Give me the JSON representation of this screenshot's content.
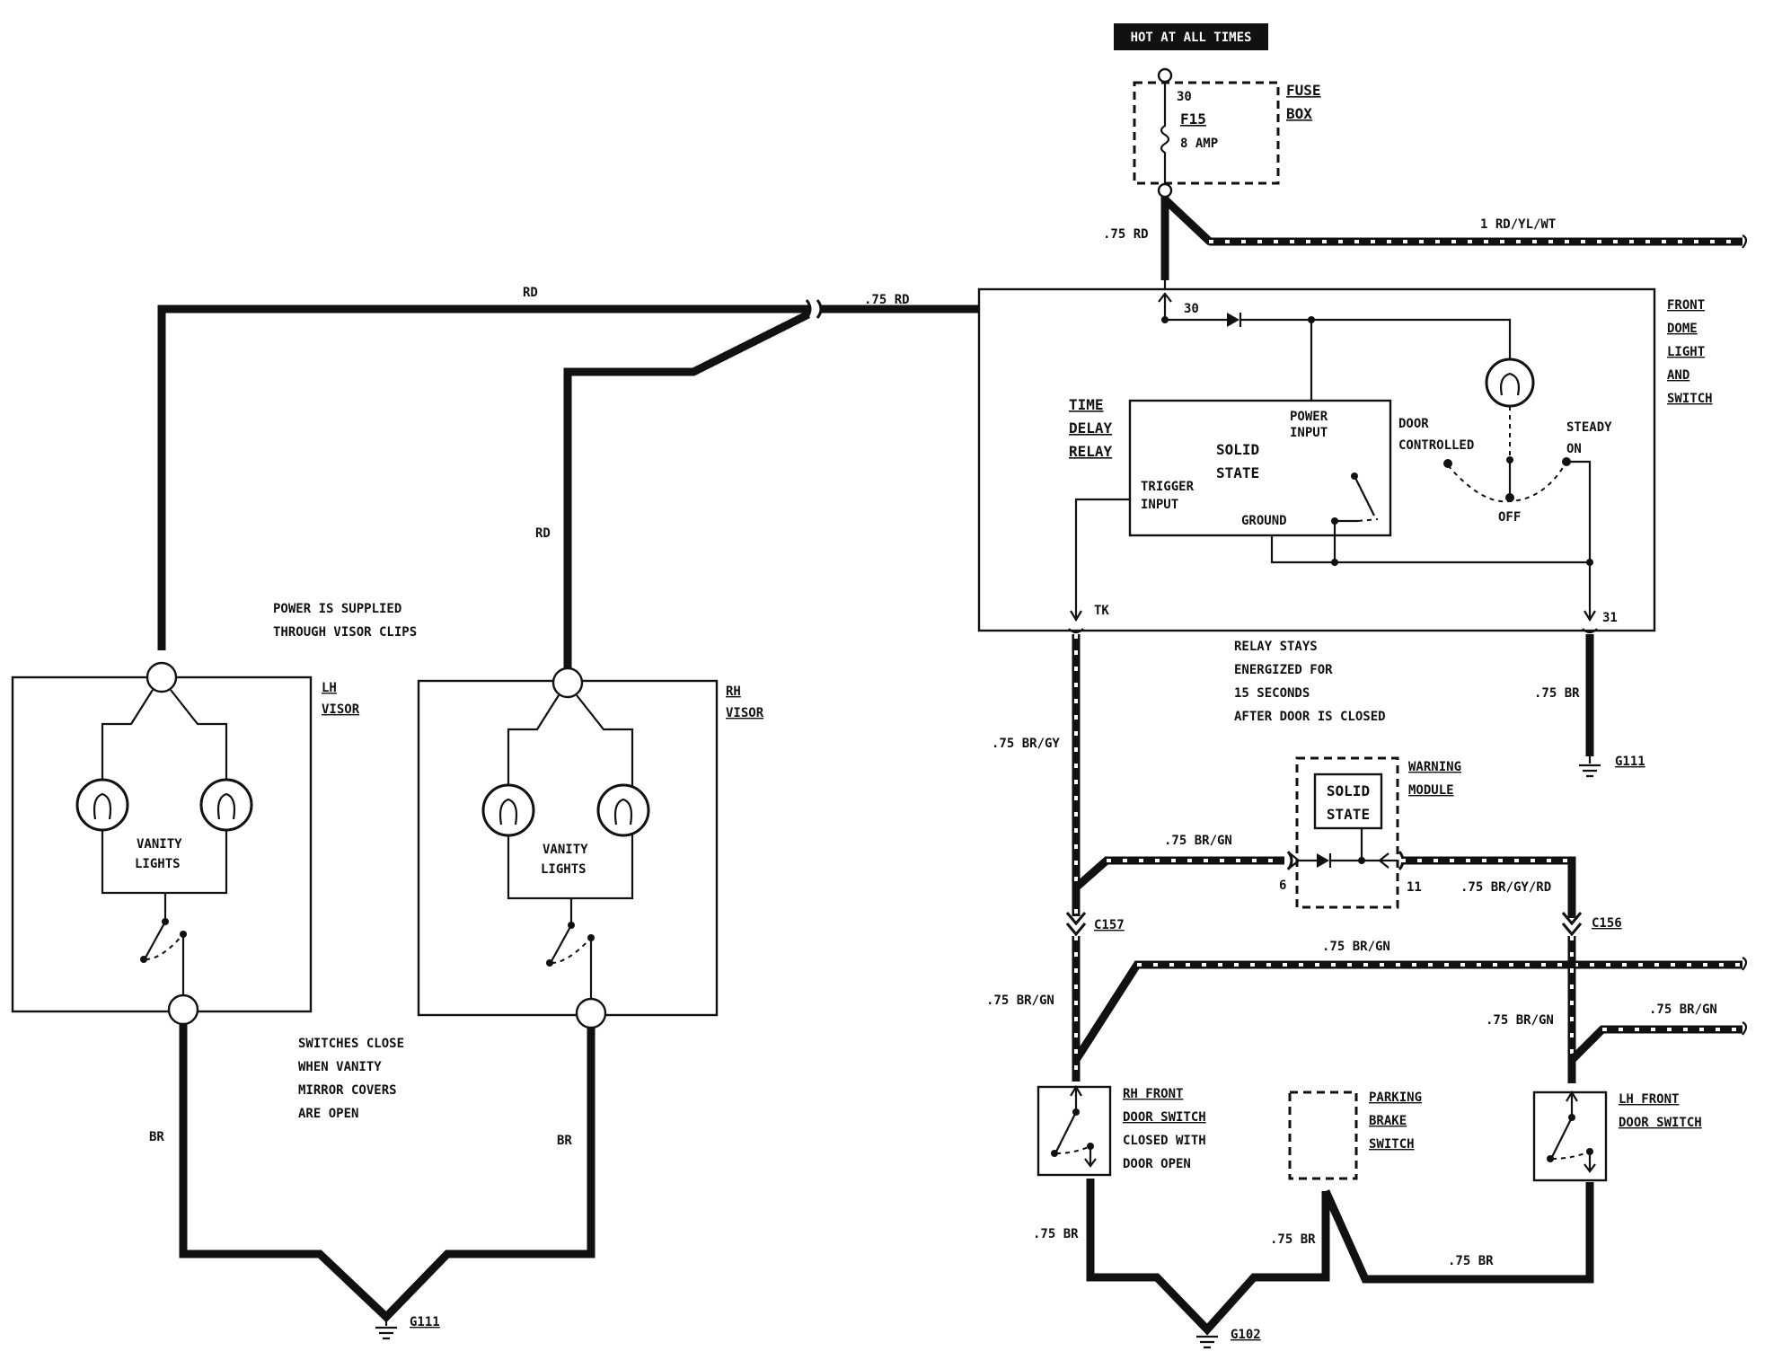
{
  "power": {
    "hot_label": "HOT AT ALL TIMES",
    "fuse_box": [
      "FUSE",
      "BOX"
    ],
    "fuse_terminal": "30",
    "fuse_id": "F15",
    "fuse_rating": "8 AMP"
  },
  "wires": {
    "rd_75_fuse": ".75 RD",
    "rd_yl_wt": "1 RD/YL/WT",
    "rd_top": "RD",
    "rd_75_feed": ".75 RD",
    "rd_rh_visor": "RD",
    "br_gy": ".75 BR/GY",
    "br_ground_31": ".75 BR",
    "br_gn_warning": ".75 BR/GN",
    "br_gy_rd": ".75 BR/GY/RD",
    "br_gn_mid": ".75 BR/GN",
    "br_gn_left": ".75 BR/GN",
    "br_gn_right": ".75 BR/GN",
    "br_gn_far_right": ".75 BR/GN",
    "br_lh_visor": "BR",
    "br_rh_visor": "BR",
    "br_rh_door": ".75 BR",
    "br_parking": ".75 BR",
    "br_lh_door": ".75 BR"
  },
  "dome": {
    "name": [
      "FRONT",
      "DOME",
      "LIGHT",
      "AND",
      "SWITCH"
    ],
    "terminal_30": "30",
    "terminal_tk": "TK",
    "terminal_31": "31",
    "relay_name": [
      "TIME",
      "DELAY",
      "RELAY"
    ],
    "power_input": [
      "POWER",
      "INPUT"
    ],
    "solid_state": [
      "SOLID",
      "STATE"
    ],
    "trigger_input": [
      "TRIGGER",
      "INPUT"
    ],
    "ground": "GROUND",
    "door_controlled": [
      "DOOR",
      "CONTROLLED"
    ],
    "steady_on": [
      "STEADY",
      "ON"
    ],
    "off": "OFF"
  },
  "notes": {
    "relay": [
      "RELAY STAYS",
      "ENERGIZED FOR",
      "15 SECONDS",
      "AFTER DOOR IS CLOSED"
    ],
    "visor_power": [
      "POWER IS SUPPLIED",
      "THROUGH VISOR CLIPS"
    ],
    "visor_switch": [
      "SWITCHES CLOSE",
      "WHEN VANITY",
      "MIRROR COVERS",
      "ARE OPEN"
    ]
  },
  "visors": {
    "lh_name": [
      "LH",
      "VISOR"
    ],
    "rh_name": [
      "RH",
      "VISOR"
    ],
    "lh_lights": [
      "VANITY",
      "LIGHTS"
    ],
    "rh_lights": [
      "VANITY",
      "LIGHTS"
    ]
  },
  "warning": {
    "name": [
      "WARNING",
      "MODULE"
    ],
    "solid_state": [
      "SOLID",
      "STATE"
    ],
    "pin_left": "6",
    "pin_right": "11"
  },
  "connectors": {
    "c157": "C157",
    "c156": "C156"
  },
  "switches": {
    "rh_door": [
      "RH FRONT",
      "DOOR SWITCH",
      "CLOSED WITH",
      "DOOR OPEN"
    ],
    "parking": [
      "PARKING",
      "BRAKE",
      "SWITCH"
    ],
    "lh_door": [
      "LH FRONT",
      "DOOR SWITCH"
    ]
  },
  "grounds": {
    "g111_top": "G111",
    "g111_bottom": "G111",
    "g102": "G102"
  }
}
